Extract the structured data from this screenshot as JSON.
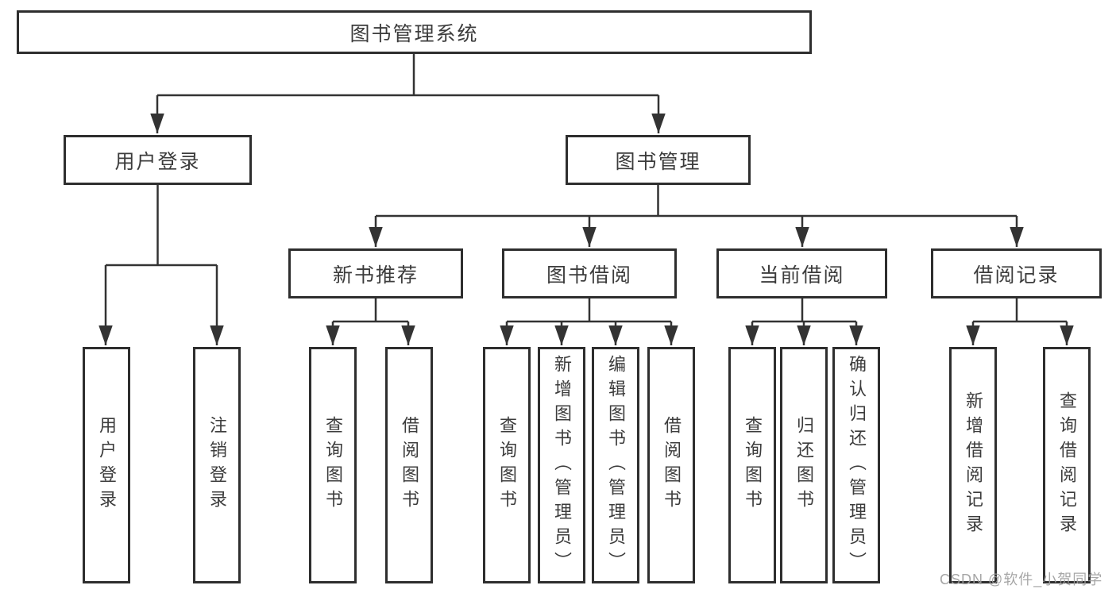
{
  "diagram": {
    "title": "图书管理系统",
    "children": [
      {
        "label": "用户登录",
        "children": [
          {
            "label": "用户登录"
          },
          {
            "label": "注销登录"
          }
        ]
      },
      {
        "label": "图书管理",
        "children": [
          {
            "label": "新书推荐",
            "children": [
              {
                "label": "查询图书"
              },
              {
                "label": "借阅图书"
              }
            ]
          },
          {
            "label": "图书借阅",
            "children": [
              {
                "label": "查询图书"
              },
              {
                "label": "新增图书（管理员）"
              },
              {
                "label": "编辑图书（管理员）"
              },
              {
                "label": "借阅图书"
              }
            ]
          },
          {
            "label": "当前借阅",
            "children": [
              {
                "label": "查询图书"
              },
              {
                "label": "归还图书"
              },
              {
                "label": "确认归还（管理员）"
              }
            ]
          },
          {
            "label": "借阅记录",
            "children": [
              {
                "label": "新增借阅记录"
              },
              {
                "label": "查询借阅记录"
              }
            ]
          }
        ]
      }
    ]
  },
  "watermark": {
    "text": "CSDN @软件_小贺同学"
  },
  "colors": {
    "line": "#333333",
    "box_border": "#2e2e2e",
    "text": "#3c3c3c",
    "watermark": "#9e9e9e"
  }
}
